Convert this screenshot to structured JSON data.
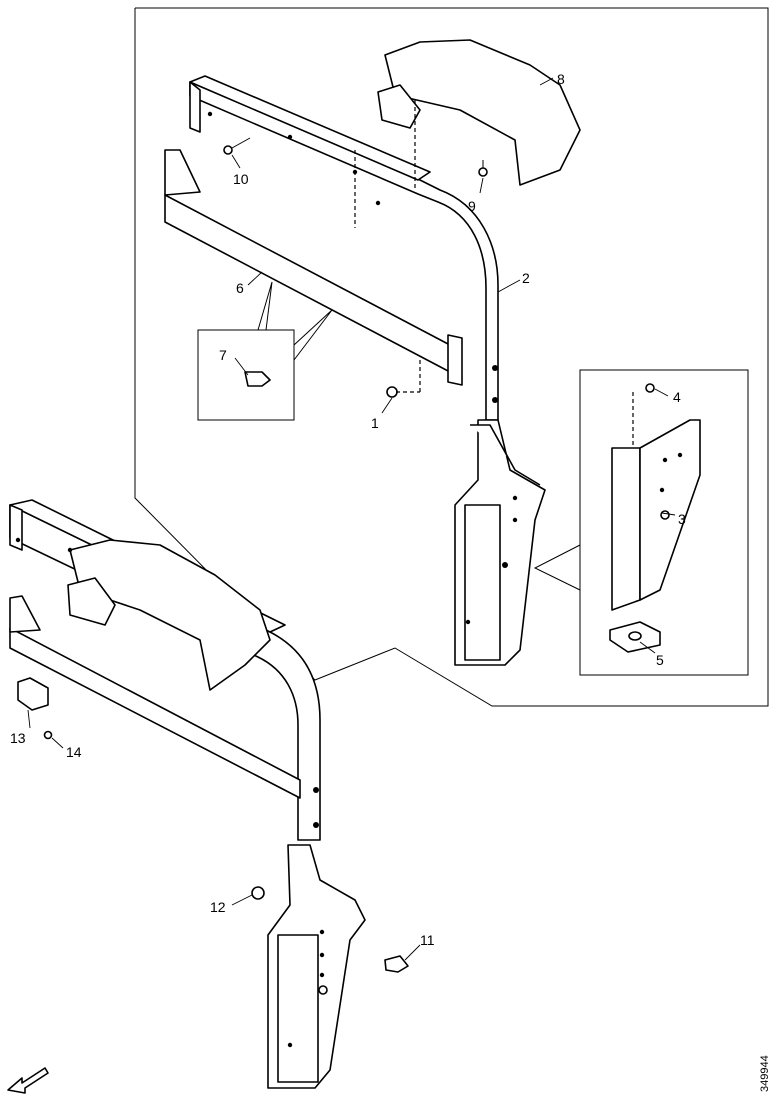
{
  "diagram": {
    "callouts": [
      "1",
      "2",
      "3",
      "4",
      "5",
      "6",
      "7",
      "8",
      "9",
      "10",
      "11",
      "12",
      "13",
      "14"
    ],
    "document_number": "349944",
    "icons": [
      "orientation-arrow-icon"
    ]
  }
}
